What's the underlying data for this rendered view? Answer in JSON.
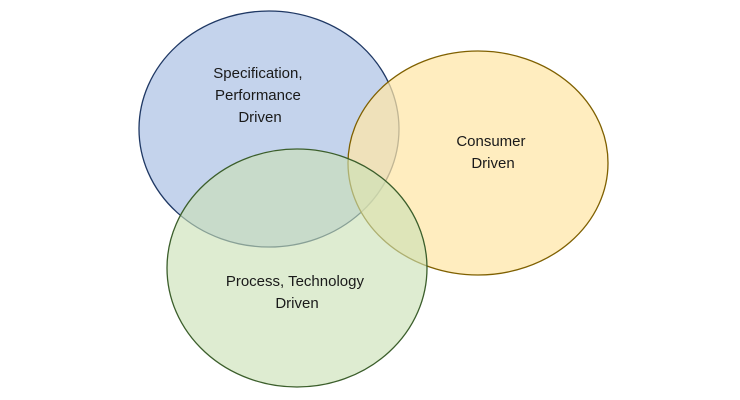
{
  "diagram": {
    "sets": [
      {
        "id": "spec",
        "lines": [
          "Specification,",
          "Performance",
          "Driven"
        ],
        "fill": "#b4c7e7",
        "stroke": "#1f3864"
      },
      {
        "id": "consumer",
        "lines": [
          "Consumer",
          "Driven"
        ],
        "fill": "#ffe6a6",
        "stroke": "#7f6000"
      },
      {
        "id": "process",
        "lines": [
          "Process, Technology",
          "Driven"
        ],
        "fill": "#c9e0b5",
        "stroke": "#3b5e2b"
      }
    ]
  }
}
